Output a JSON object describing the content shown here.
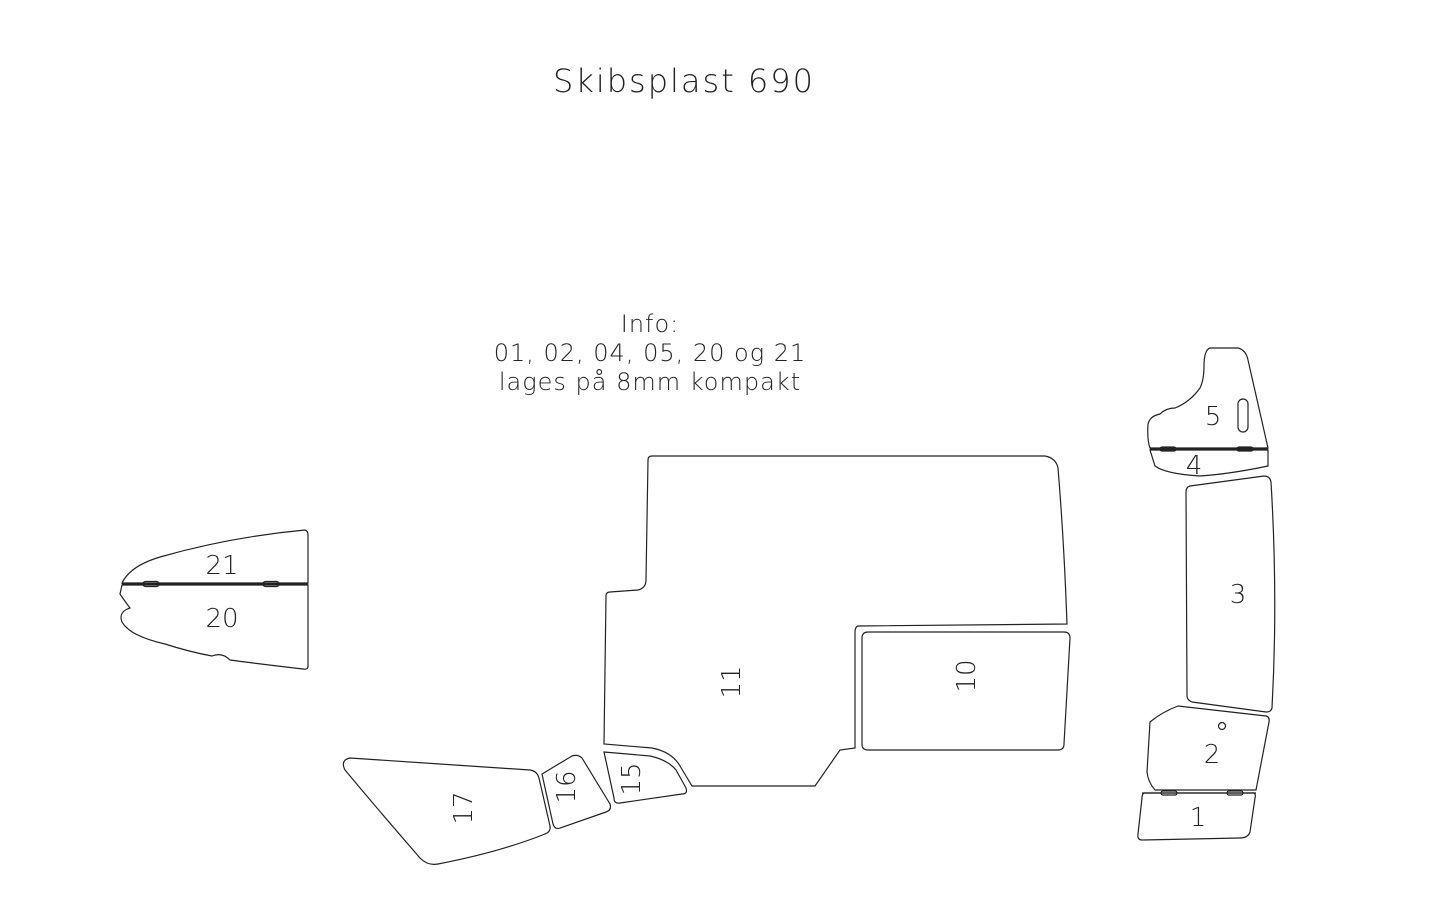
{
  "title": "Skibsplast 690",
  "info": {
    "heading": "Info:",
    "line1": "01, 02, 04, 05, 20 og 21",
    "line2": "lages på 8mm kompakt"
  },
  "parts": {
    "p1": "1",
    "p2": "2",
    "p3": "3",
    "p4": "4",
    "p5": "5",
    "p10": "10",
    "p11": "11",
    "p15": "15",
    "p16": "16",
    "p17": "17",
    "p20": "20",
    "p21": "21"
  }
}
